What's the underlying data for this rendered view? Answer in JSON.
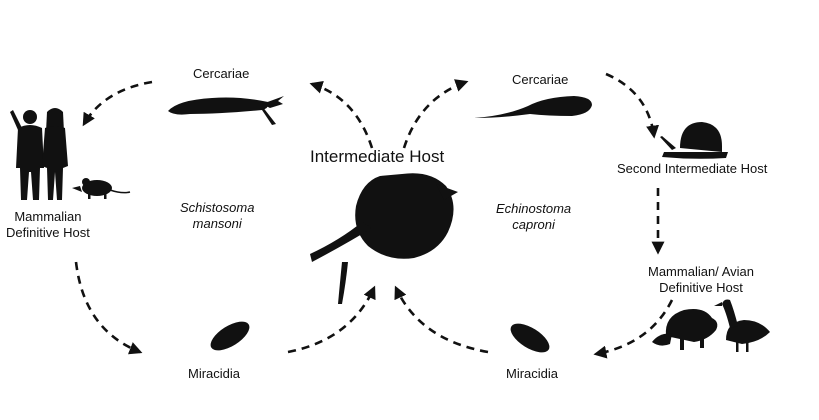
{
  "center": {
    "title": "Intermediate Host"
  },
  "left_cycle": {
    "cercariae": "Cercariae",
    "definitive_host": [
      "Mammalian",
      "Definitive Host"
    ],
    "species": [
      "Schistosoma",
      "mansoni"
    ],
    "miracidia": "Miracidia"
  },
  "right_cycle": {
    "cercariae": "Cercariae",
    "second_host": "Second Intermediate Host",
    "definitive_host": [
      "Mammalian/ Avian",
      "Definitive Host"
    ],
    "species": [
      "Echinostoma",
      "caproni"
    ],
    "miracidia": "Miracidia"
  },
  "colors": {
    "ink": "#111111",
    "background": "#ffffff"
  },
  "icons": [
    "human-couple-icon",
    "mouse-icon",
    "cercaria-icon",
    "snail-icon",
    "miracidium-icon",
    "beaver-icon",
    "goose-icon",
    "pond-snail-icon"
  ]
}
